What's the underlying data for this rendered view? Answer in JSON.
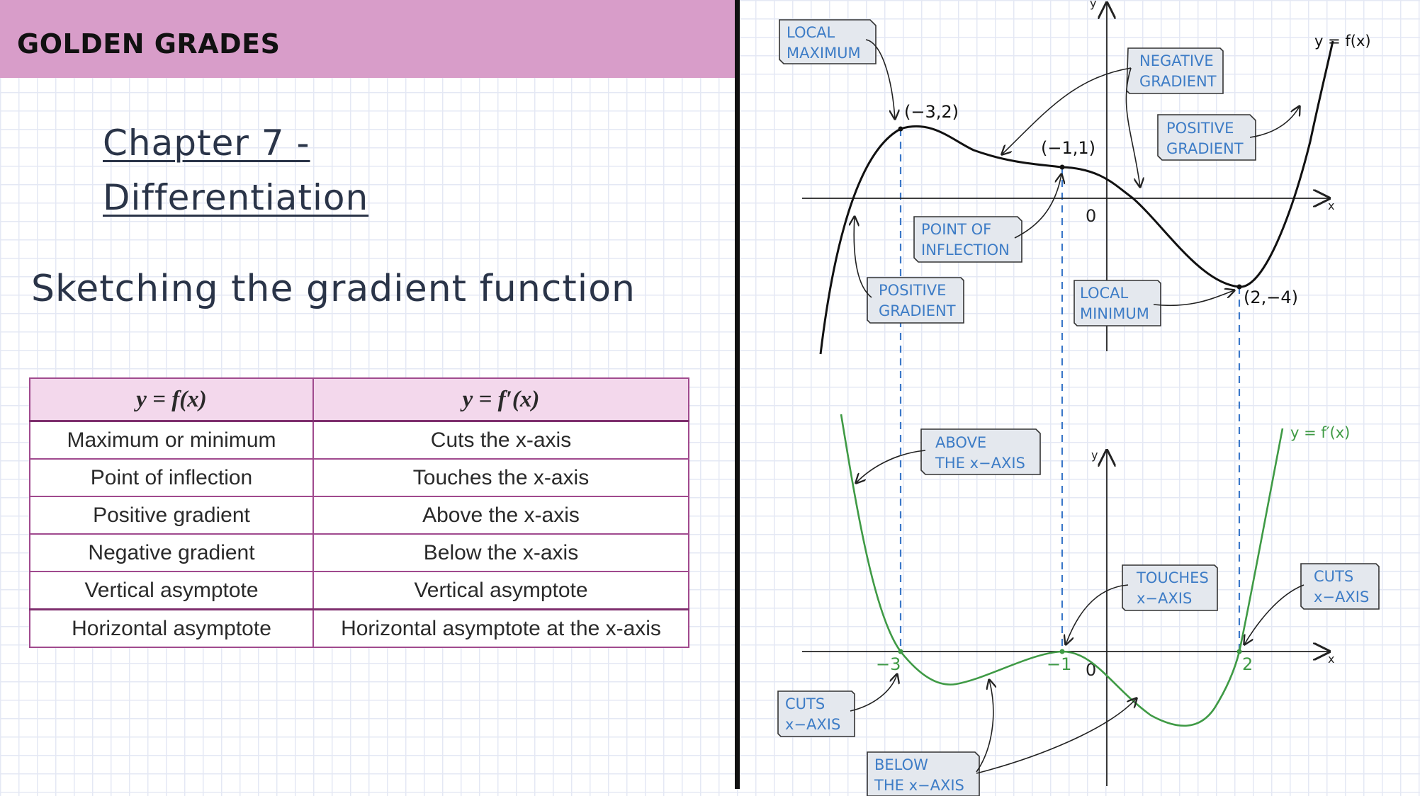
{
  "header": {
    "brand": "GOLDEN GRADES",
    "color": "#d89dc9"
  },
  "title": {
    "line1": "Chapter 7 -",
    "line2": "Differentiation"
  },
  "subtitle": "Sketching the gradient function",
  "table": {
    "headers": [
      "y = f(x)",
      "y = f′(x)"
    ],
    "rows": [
      [
        "Maximum or minimum",
        "Cuts the x-axis"
      ],
      [
        "Point of inflection",
        "Touches the x-axis"
      ],
      [
        "Positive gradient",
        "Above the x-axis"
      ],
      [
        "Negative gradient",
        "Below the x-axis"
      ],
      [
        "Vertical asymptote",
        "Vertical asymptote"
      ],
      [
        "Horizontal asymptote",
        "Horizontal asymptote at the x-axis"
      ]
    ]
  },
  "top_graph": {
    "curve_label": "y = f(x)",
    "y_axis": "y",
    "x_axis": "x",
    "origin": "0",
    "points": {
      "max": "(−3,2)",
      "inflection": "(−1,1)",
      "min": "(2,−4)"
    },
    "labels": {
      "local_max": [
        "LOCAL",
        "MAXIMUM"
      ],
      "neg_gradient": [
        "NEGATIVE",
        "GRADIENT"
      ],
      "pos_gradient_right": [
        "POSITIVE",
        "GRADIENT"
      ],
      "inflection": [
        "POINT  OF",
        "INFLECTION"
      ],
      "pos_gradient_left": [
        "POSITIVE",
        "GRADIENT"
      ],
      "local_min": [
        "LOCAL",
        "MINIMUM"
      ]
    }
  },
  "bottom_graph": {
    "curve_label": "y = f′(x)",
    "y_axis": "y",
    "x_axis": "x",
    "origin": "0",
    "ticks": [
      "−3",
      "−1",
      "2"
    ],
    "labels": {
      "above": [
        "ABOVE",
        "THE  x−AXIS"
      ],
      "touches": [
        "TOUCHES",
        "x−AXIS"
      ],
      "cuts_right": [
        "CUTS",
        "x−AXIS"
      ],
      "cuts_left": [
        "CUTS",
        "x−AXIS"
      ],
      "below": [
        "BELOW",
        "THE  x−AXIS"
      ]
    }
  },
  "colors": {
    "fx_curve": "#111111",
    "fpx_curve": "#3f9a45",
    "guide": "#3b78c9",
    "label_box": "#e4e8ee",
    "label_text": "#3d7cc6",
    "table_border": "#a04a8e",
    "table_header": "#f3d8ec"
  }
}
